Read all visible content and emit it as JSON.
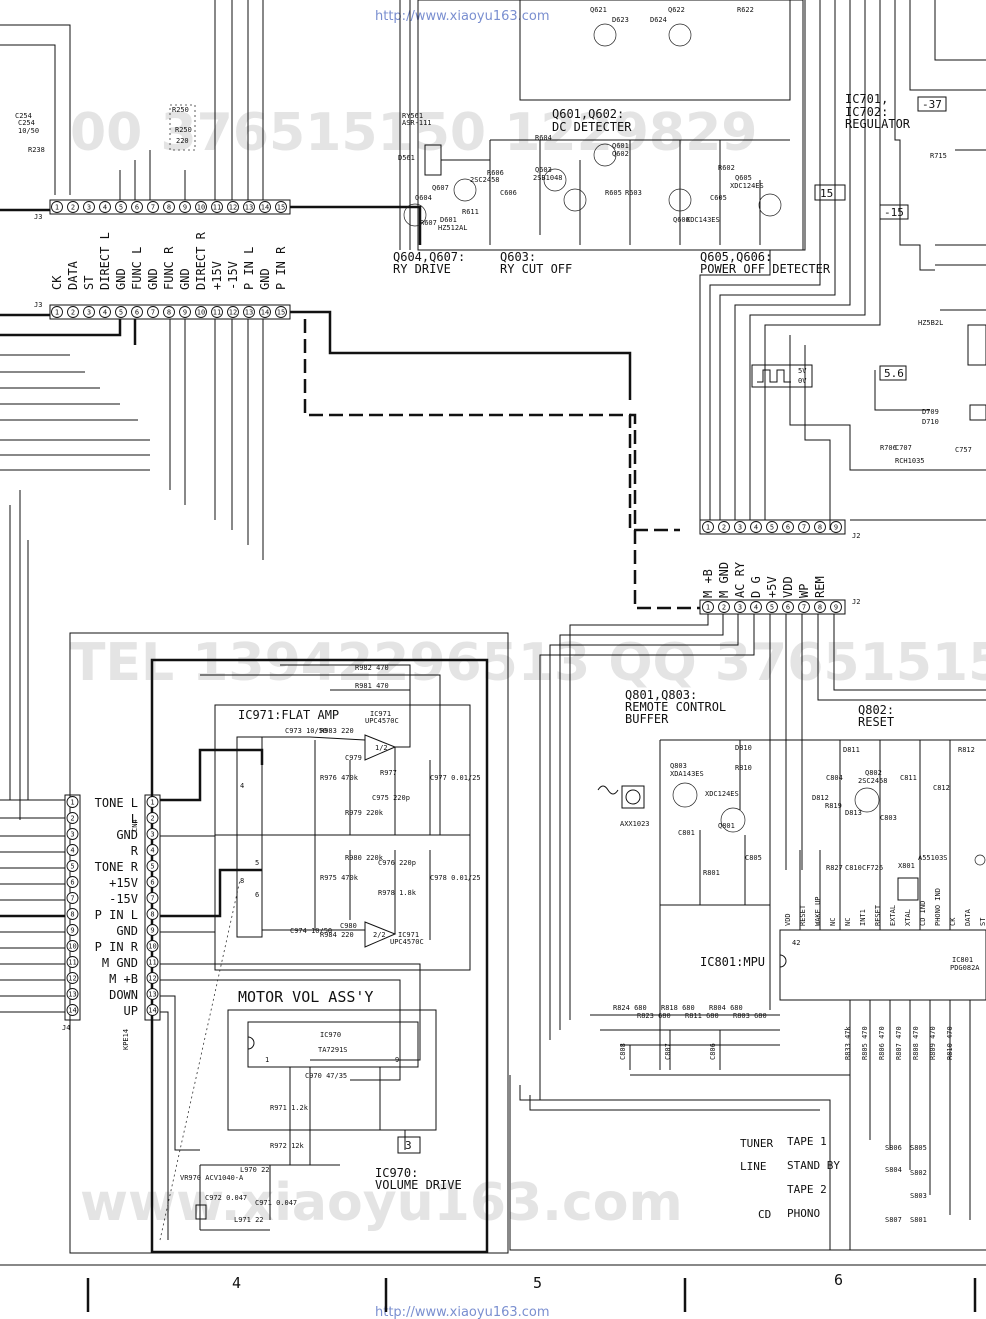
{
  "watermark_url": "http://www.xiaoyu163.com",
  "watermark_text": "www.xiaoyu163.com",
  "top_section": {
    "q601_q602": "Q601,Q602:",
    "dc_detecter": "DC DETECTER",
    "ic701_ic702": "IC701,",
    "ic702": "IC702:",
    "regulator": "REGULATOR",
    "q604_q607": "Q604,Q607:",
    "ry_drive": "RY DRIVE",
    "q603": "Q603:",
    "ry_cut_off": "RY CUT OFF",
    "q605_q606": "Q605,Q606:",
    "power_off_detecter": "POWER OFF DETECTER",
    "tag_37": "-37",
    "tag_15": "15",
    "tag_neg15": "-15",
    "tag_56": "5.6",
    "parts": [
      "RY561",
      "ASR-111",
      "D561",
      "Q607",
      "2SC2458",
      "Q604",
      "R607",
      "D601",
      "HZ512AL",
      "R611",
      "Q603",
      "2SB1048",
      "R604",
      "Q601",
      "Q602",
      "R606",
      "C606",
      "R605",
      "Q605",
      "Q606",
      "XDC124ES",
      "XDC143ES",
      "R602",
      "C605",
      "R603",
      "Q621",
      "Q622",
      "D623",
      "D624",
      "R622",
      "R250",
      "C254",
      "R715",
      "D709",
      "D710",
      "R706",
      "C707",
      "HZ5B2L",
      "RCH1035",
      "C757"
    ]
  },
  "j3_top": {
    "label": "J3",
    "pins": [
      "1",
      "2",
      "3",
      "4",
      "5",
      "6",
      "7",
      "8",
      "9",
      "10",
      "11",
      "12",
      "13",
      "14",
      "15"
    ],
    "signals": [
      "CK",
      "DATA",
      "ST",
      "DIRECT L",
      "GND",
      "FUNC L",
      "GND",
      "FUNC R",
      "GND",
      "DIRECT R",
      "+15V",
      "-15V",
      "P IN L",
      "GND",
      "P IN R"
    ]
  },
  "j3_bottom": {
    "label": "J3",
    "pins": [
      "1",
      "2",
      "3",
      "4",
      "5",
      "6",
      "7",
      "8",
      "9",
      "10",
      "11",
      "12",
      "13",
      "14",
      "15"
    ]
  },
  "j2_top": {
    "label": "J2",
    "pins": [
      "1",
      "2",
      "3",
      "4",
      "5",
      "6",
      "7",
      "8",
      "9"
    ]
  },
  "j2_bottom": {
    "label": "J2",
    "pins": [
      "1",
      "2",
      "3",
      "4",
      "5",
      "6",
      "7",
      "8",
      "9"
    ],
    "signals": [
      "M +B",
      "M GND",
      "AC RY",
      "D G",
      "+5V",
      "VDD",
      "WP",
      "REM"
    ]
  },
  "waveform": {
    "high": "5V",
    "low": "0V"
  },
  "remote": {
    "title": "Q801,Q803:",
    "line2": "REMOTE CONTROL",
    "line3": "BUFFER",
    "parts": [
      "Q803",
      "XDA143ES",
      "XDC124ES",
      "Q801",
      "D810",
      "R810",
      "AXX1023",
      "C801",
      "R801",
      "C805"
    ]
  },
  "reset": {
    "title": "Q802:",
    "line2": "RESET",
    "parts": [
      "D811",
      "Q802",
      "2SC2458",
      "C804",
      "D812",
      "R819",
      "D813",
      "C803",
      "C811",
      "C812",
      "R812",
      "A55103S",
      "X801",
      "R827",
      "C810",
      "CF726"
    ]
  },
  "ic801": {
    "label": "IC801:MPU",
    "part": "PDG082A",
    "pin42": "42",
    "pins_text": [
      "VDD",
      "RESET",
      "WAKE UP",
      "NC",
      "NC",
      "INT1",
      "RESET",
      "EXTAL",
      "XTAL",
      "CD IND",
      "PHONO IND",
      "CK",
      "DATA",
      "ST"
    ],
    "resistors": [
      "R824 680",
      "R823 680",
      "R818 680",
      "R811 680",
      "R804 680",
      "R803 680",
      "R833 47k",
      "R805 470",
      "R806 470",
      "R807 470",
      "R808 470",
      "R809 470",
      "R810 470"
    ],
    "caps": [
      "C808",
      "C807",
      "C806"
    ]
  },
  "function_switch": {
    "labels": [
      "TUNER",
      "TAPE 1",
      "LINE",
      "STAND BY",
      "TAPE 2",
      "CD",
      "PHONO"
    ],
    "parts": [
      "S806",
      "S805",
      "S804",
      "S802",
      "S803",
      "S807",
      "S801"
    ]
  },
  "j4": {
    "label": "J4",
    "part": "KPE14",
    "pins": [
      "1",
      "2",
      "3",
      "4",
      "5",
      "6",
      "7",
      "8",
      "9",
      "10",
      "11",
      "12",
      "13",
      "14"
    ],
    "signals": [
      "TONE L",
      "L",
      "GND",
      "R",
      "TONE R",
      "+15V",
      "-15V",
      "P IN L",
      "GND",
      "P IN R",
      "M GND",
      "M +B",
      "DOWN",
      "UP"
    ]
  },
  "cn4": {
    "label": "CN4",
    "pins": [
      "1",
      "2",
      "3",
      "4",
      "5",
      "6",
      "7",
      "8",
      "9",
      "10",
      "11",
      "12",
      "13",
      "14"
    ]
  },
  "flat_amp": {
    "title": "IC971:FLAT AMP",
    "ic": "IC971",
    "ic_part": "UPC4570C",
    "half1": "1/2",
    "half2": "2/2",
    "parts": [
      "R982 470",
      "R981 470",
      "C973 10/50",
      "R983 220",
      "C979",
      "R977",
      "C975 220p",
      "R976 470k",
      "R979 220k",
      "C977 0.01/25",
      "C976 220p",
      "R980 220k",
      "R978 1.8k",
      "R975 470k",
      "C978 0.01/25",
      "C974 10/50",
      "R984 220",
      "C980"
    ],
    "pin4": "4",
    "pin8": "8",
    "pin5": "5",
    "pin6": "6"
  },
  "motor_vol": {
    "title": "MOTOR VOL ASS'Y",
    "ic": "IC970",
    "ic_part": "TA7291S",
    "pin1": "1",
    "pin9": "9",
    "pin3": "3",
    "drive_title": "IC970:",
    "drive_sub": "VOLUME DRIVE",
    "parts": [
      "C970 47/35",
      "R971 1.2k",
      "R972 12k",
      "L970 22",
      "L971 22",
      "C972 0.047",
      "C971 0.047",
      "VR970 ACV1040-A"
    ]
  },
  "col_numbers": [
    "4",
    "5",
    "6"
  ]
}
